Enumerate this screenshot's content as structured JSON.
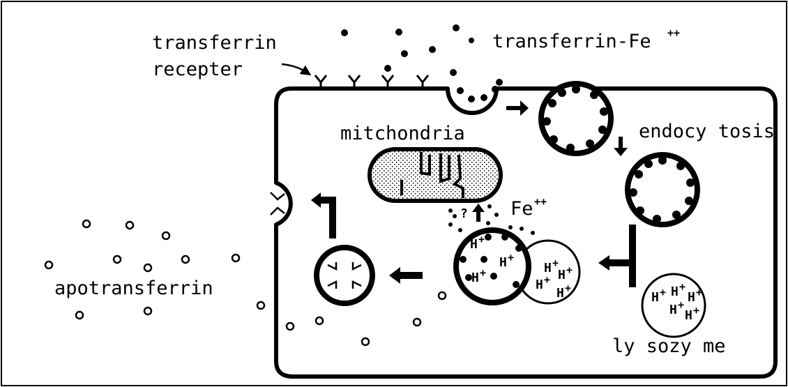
{
  "labels": {
    "transferrin_receptor_line1": "transferrin",
    "transferrin_receptor_line2": "recepter",
    "transferrin_fe": "transferrin-Fe",
    "transferrin_fe_charge": "++",
    "mitochondria": "mitchondria",
    "endocytosis": "endocy tosis",
    "fe": "Fe",
    "fe_charge": "++",
    "apotransferrin": "apotransferrin",
    "lysozyme": "ly sozy me",
    "question": "?",
    "proton": "H",
    "proton_charge": "+"
  },
  "colors": {
    "ink": "#000000",
    "paper": "#ffffff"
  }
}
